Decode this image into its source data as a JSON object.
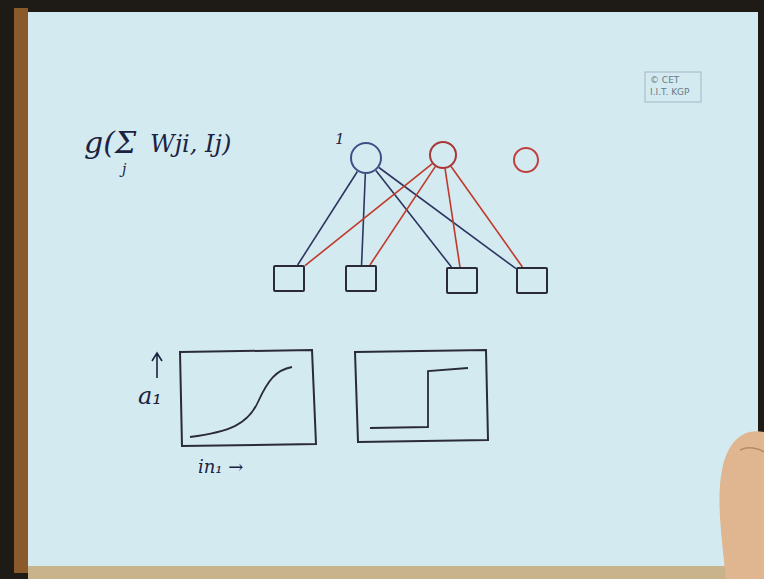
{
  "diagram": {
    "nodes": [
      {
        "text": [
          "1"
        ]
      },
      {
        "text": []
      },
      {
        "text": []
      },
      {
        "text": []
      },
      {
        "text": []
      },
      {
        "text": []
      },
      {
        "text": []
      }
    ],
    "edges": [
      {
        "from": 0,
        "to": 3,
        "arrow": "none"
      },
      {
        "from": 0,
        "to": 4,
        "arrow": "none"
      },
      {
        "from": 0,
        "to": 5,
        "arrow": "none"
      },
      {
        "from": 0,
        "to": 6,
        "arrow": "none"
      },
      {
        "from": 1,
        "to": 3,
        "arrow": "none"
      },
      {
        "from": 1,
        "to": 4,
        "arrow": "none"
      },
      {
        "from": 1,
        "to": 5,
        "arrow": "none"
      },
      {
        "from": 1,
        "to": 6,
        "arrow": "none"
      }
    ],
    "labels": [
      "g(Σ",
      "j",
      "Wji, Ij)",
      "© CET",
      "I.I.T. KGP",
      "a₁",
      "in₁ →"
    ]
  }
}
